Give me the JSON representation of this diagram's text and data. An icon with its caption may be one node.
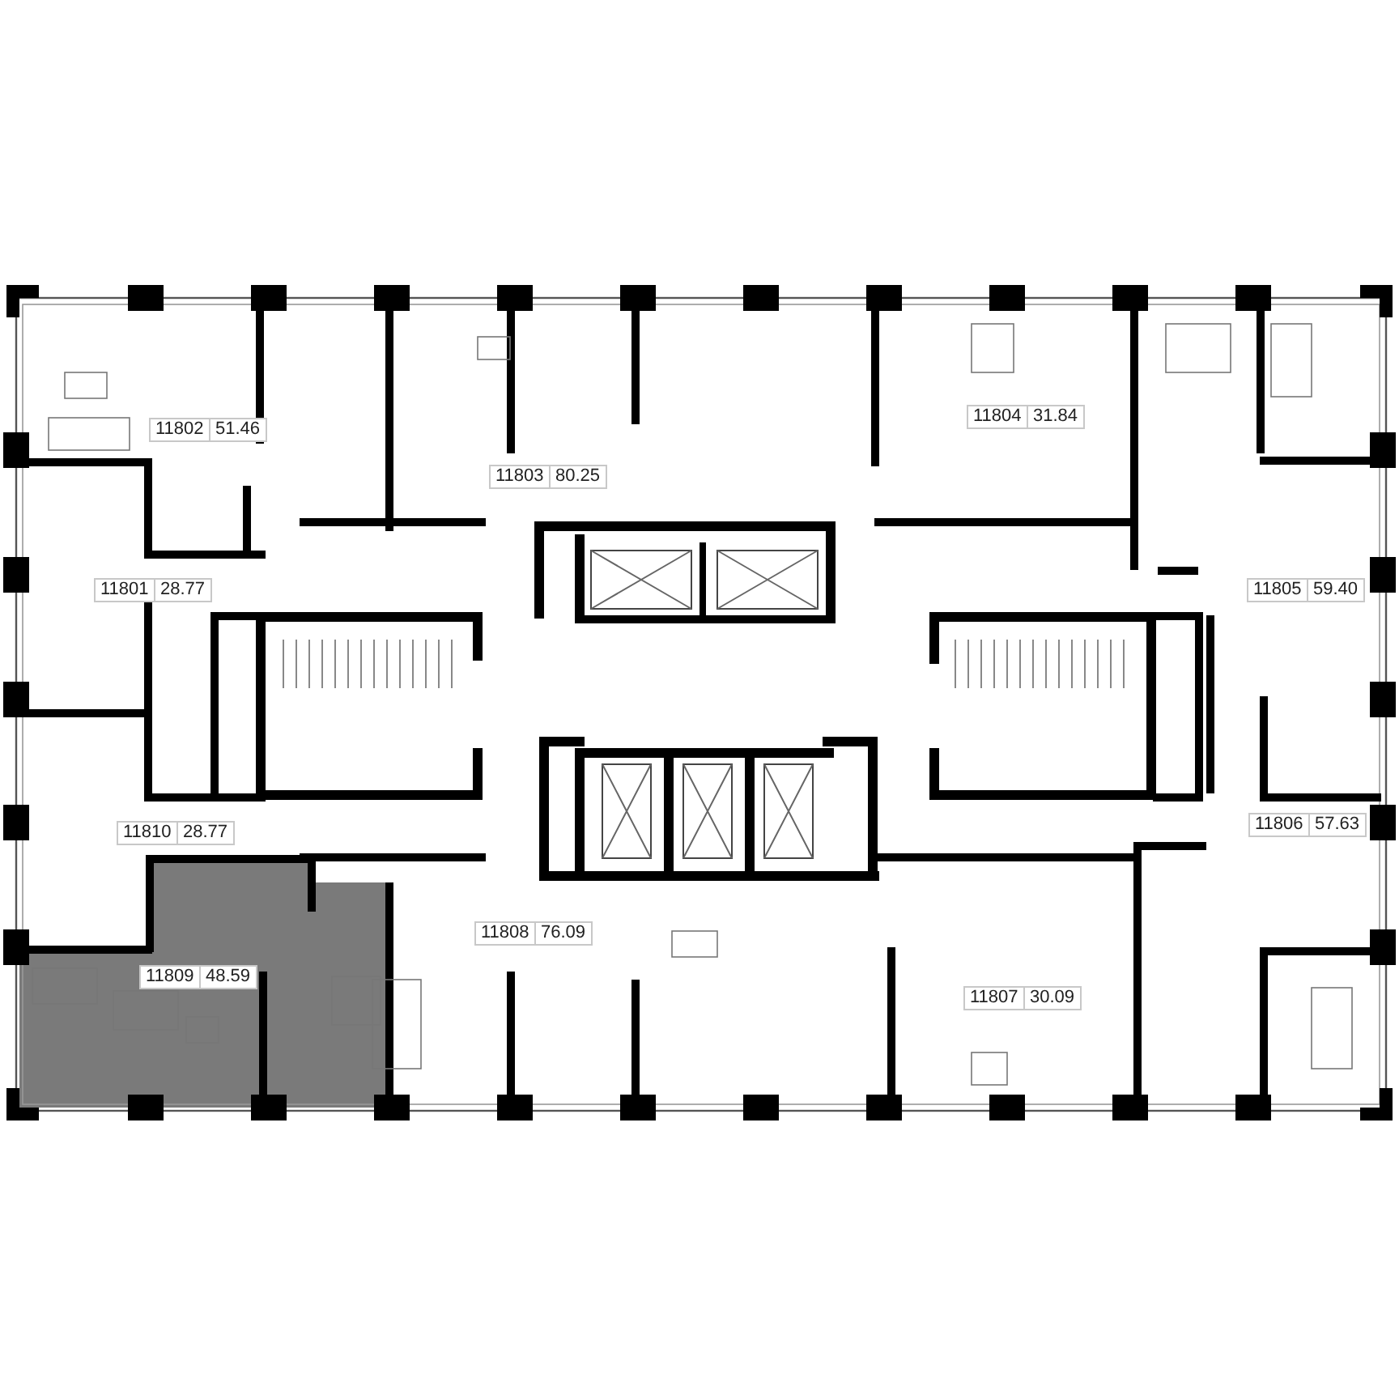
{
  "diagram": {
    "labels": [
      "11802",
      "51.46",
      "11804",
      "31.84",
      "11803",
      "80.25",
      "11801",
      "28.77",
      "11805",
      "59.40",
      "11806",
      "57.63",
      "11810",
      "28.77",
      "11808",
      "76.09",
      "11809",
      "48.59",
      "11807",
      "30.09"
    ]
  }
}
